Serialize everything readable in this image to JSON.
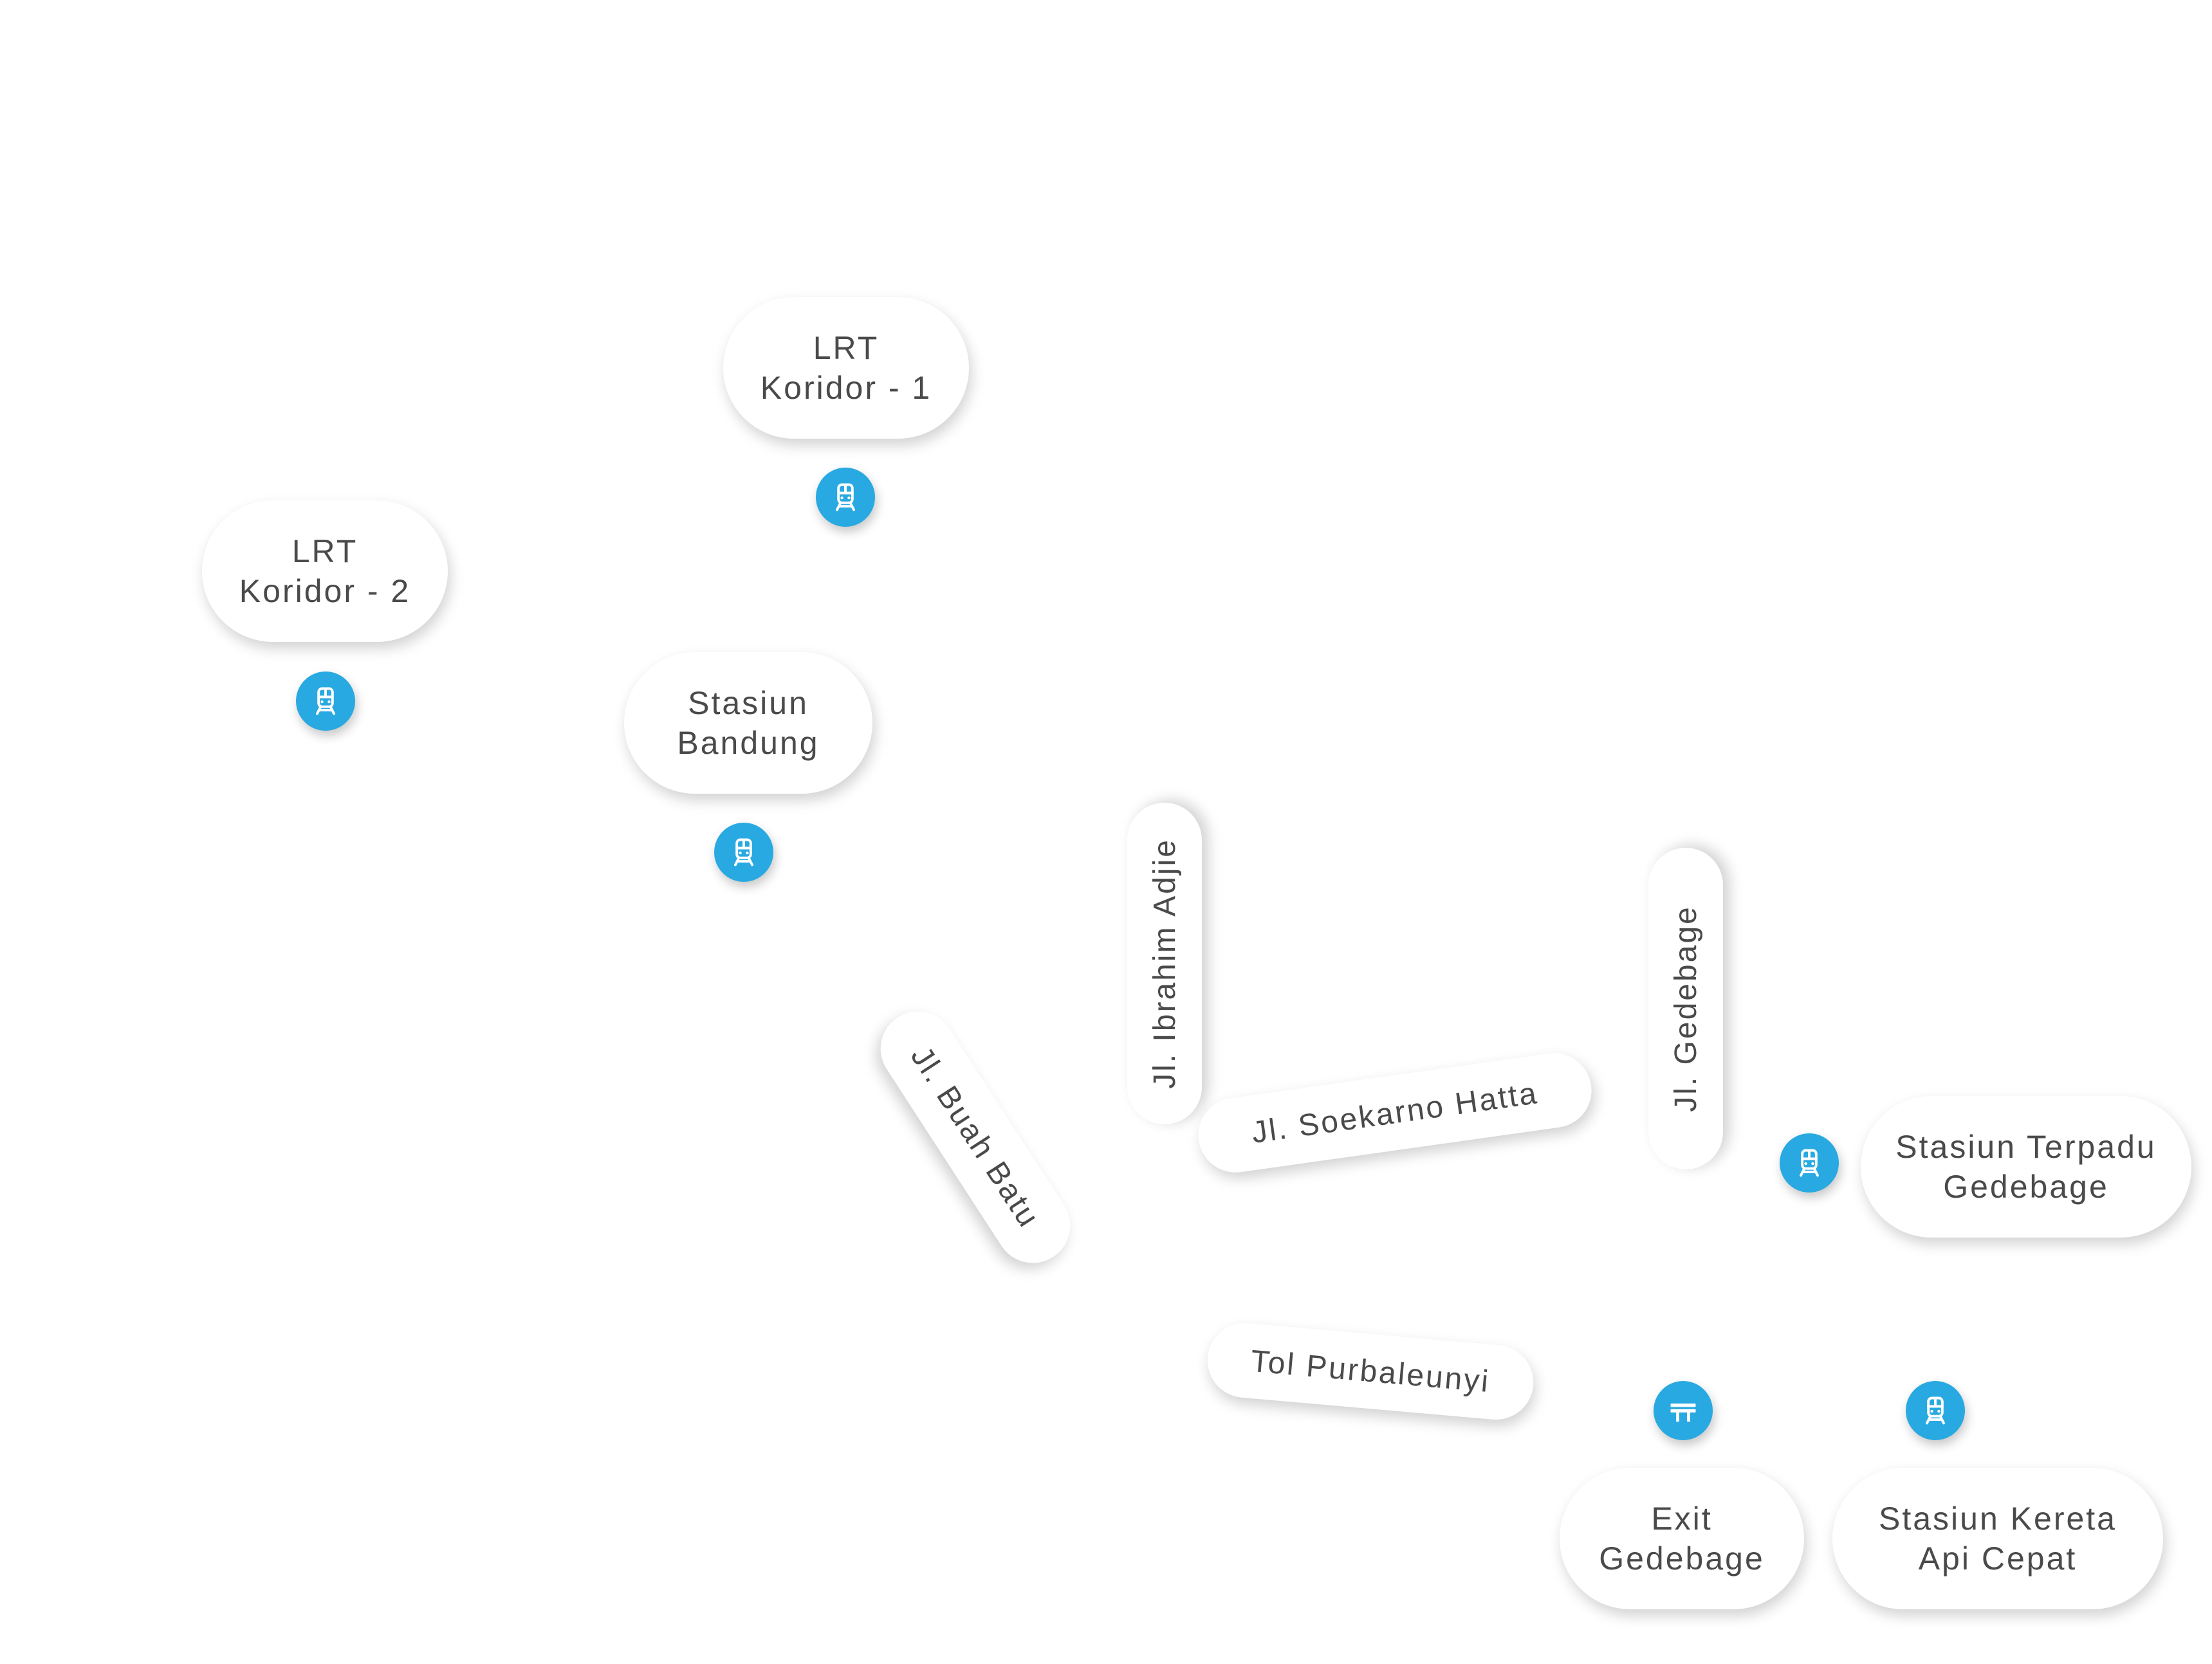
{
  "map": {
    "accent_color": "#29a9e1",
    "places": [
      {
        "id": "lrt-koridor-1",
        "line1": "LRT",
        "line2": "Koridor - 1",
        "icon": "train-icon"
      },
      {
        "id": "lrt-koridor-2",
        "line1": "LRT",
        "line2": "Koridor - 2",
        "icon": "train-icon"
      },
      {
        "id": "stasiun-bandung",
        "line1": "Stasiun",
        "line2": "Bandung",
        "icon": "train-icon"
      },
      {
        "id": "stasiun-terpadu-gedebage",
        "line1": "Stasiun Terpadu",
        "line2": "Gedebage",
        "icon": "train-icon"
      },
      {
        "id": "exit-gedebage",
        "line1": "Exit",
        "line2": "Gedebage",
        "icon": "highway-icon"
      },
      {
        "id": "stasiun-kereta-api-cepat",
        "line1": "Stasiun Kereta",
        "line2": "Api Cepat",
        "icon": "train-icon"
      }
    ],
    "roads": [
      {
        "id": "jl-ibrahim-adjie",
        "label": "Jl. Ibrahim Adjie"
      },
      {
        "id": "jl-gedebage",
        "label": "Jl. Gedebage"
      },
      {
        "id": "jl-buah-batu",
        "label": "Jl. Buah Batu"
      },
      {
        "id": "jl-soekarno-hatta",
        "label": "Jl. Soekarno Hatta"
      },
      {
        "id": "tol-purbaleunyi",
        "label": "Tol Purbaleunyi"
      }
    ]
  }
}
